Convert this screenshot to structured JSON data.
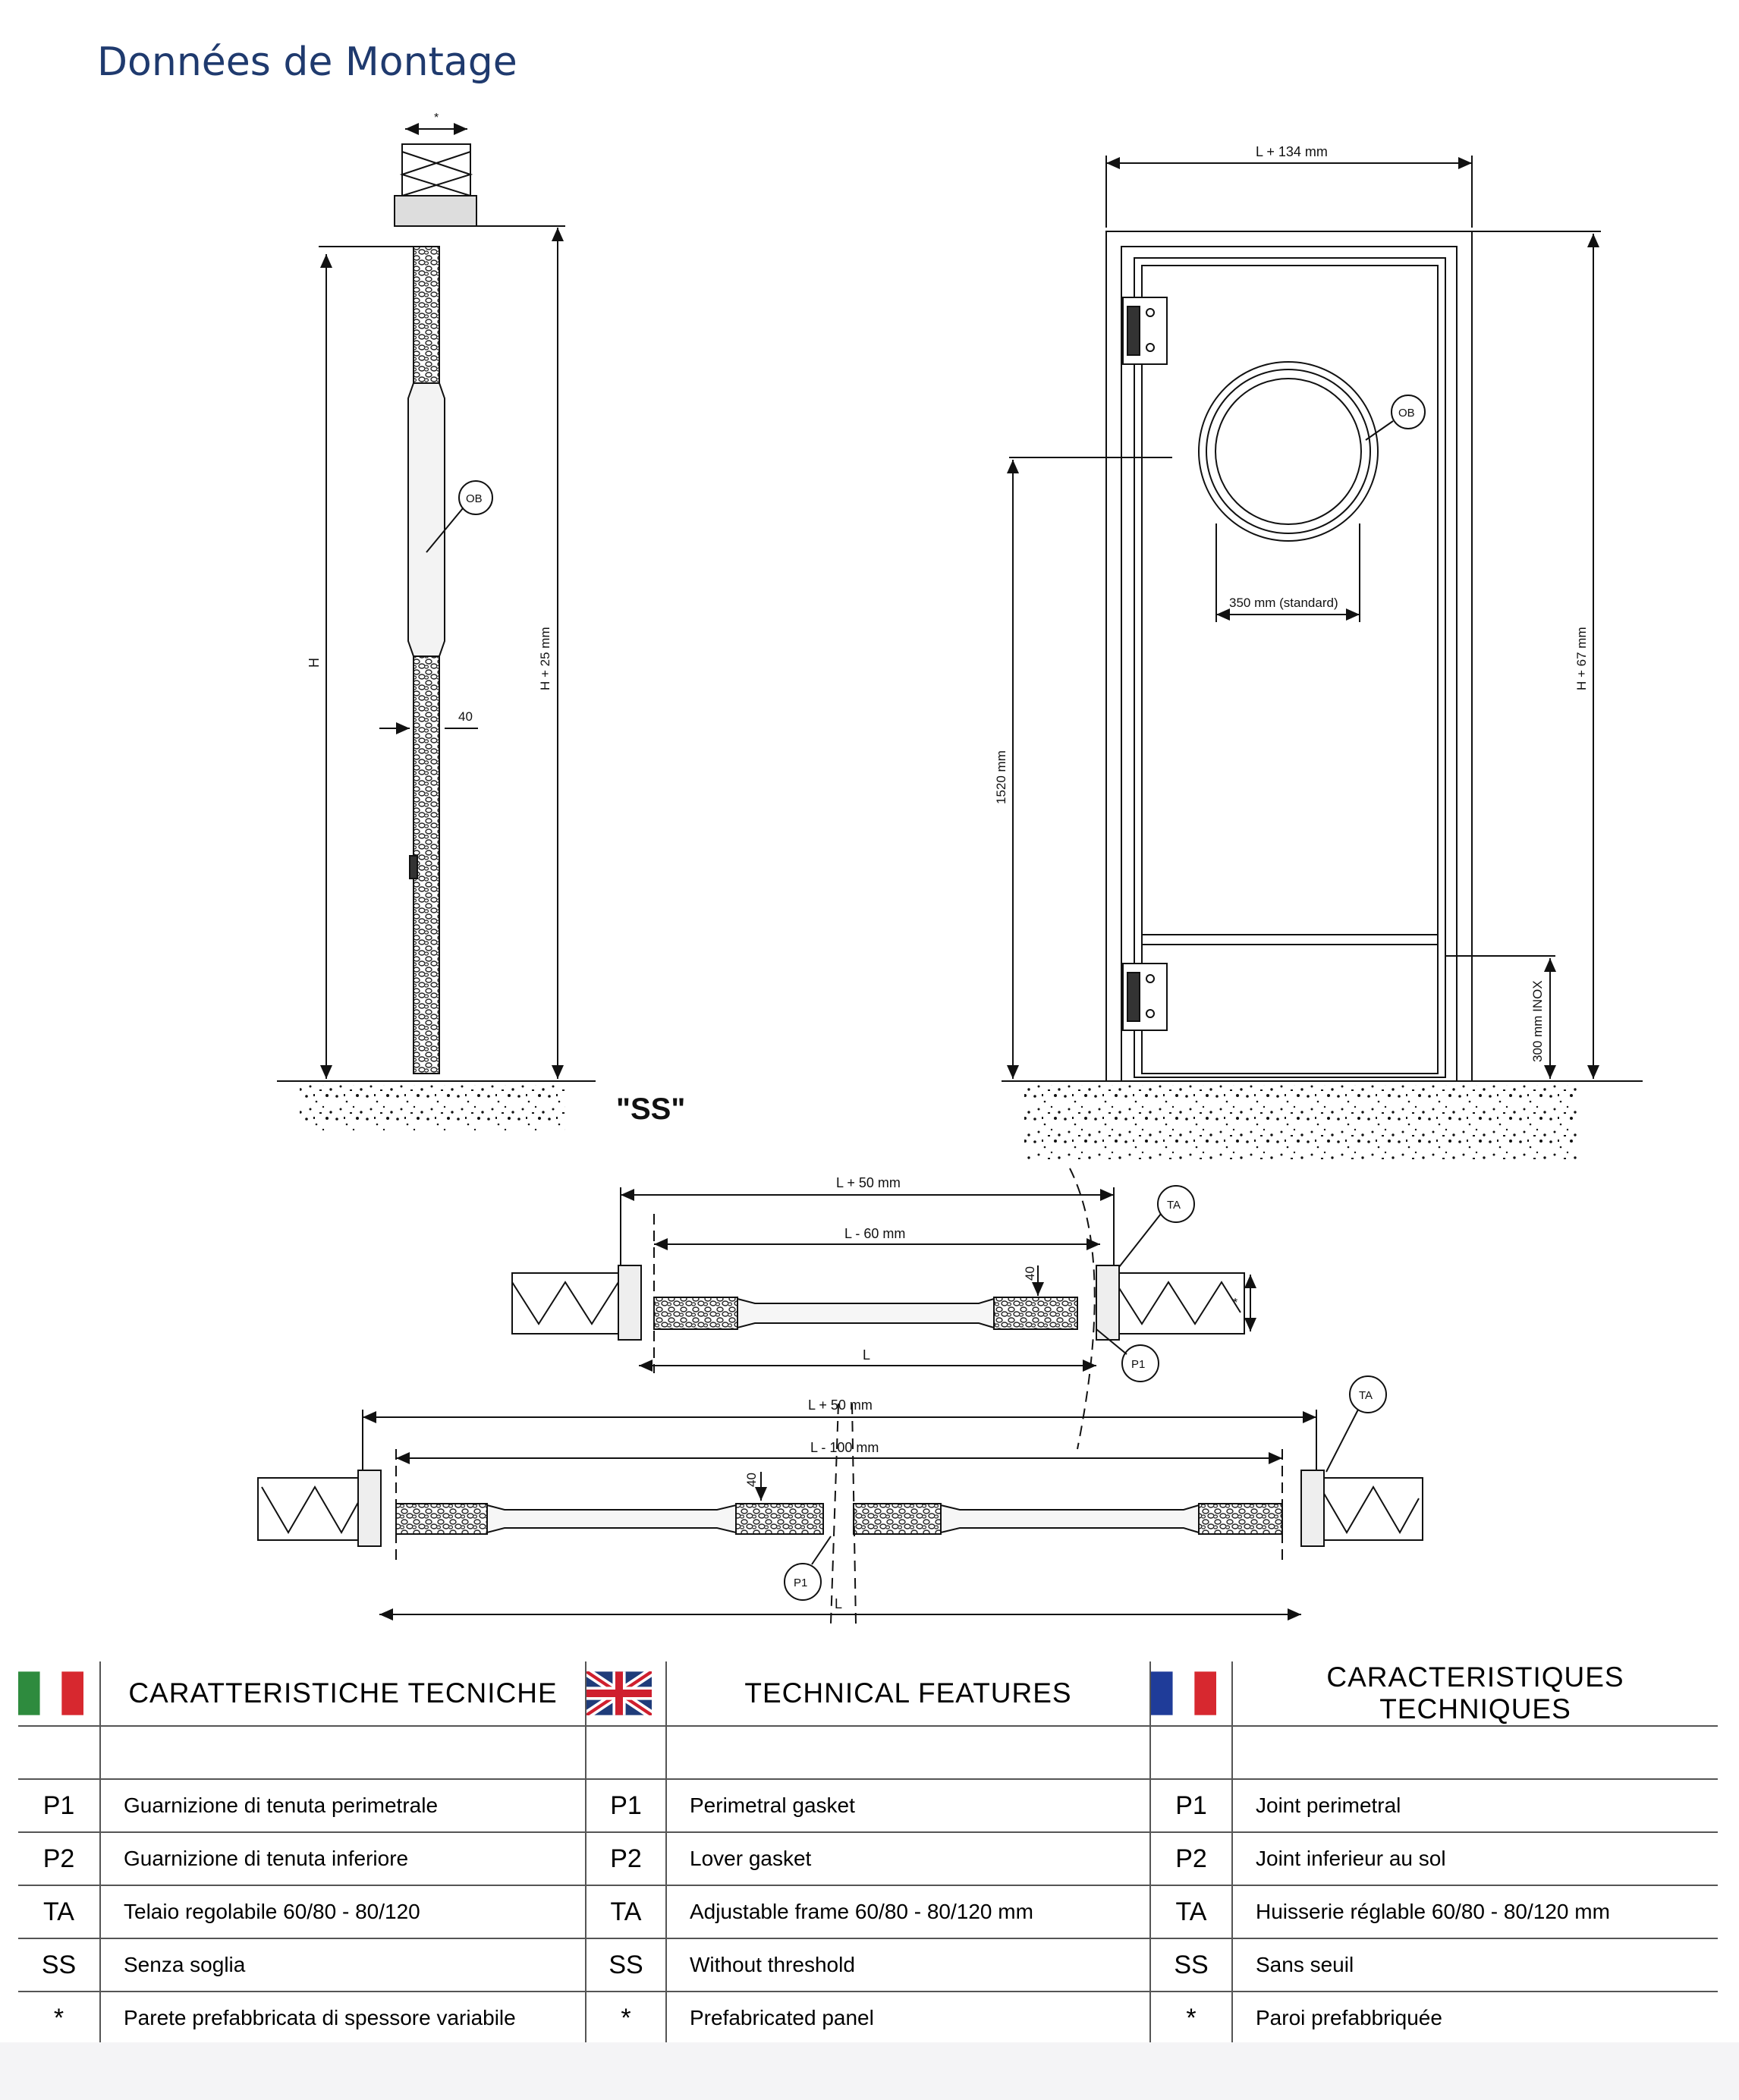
{
  "title": "Données de Montage",
  "drawing": {
    "side_view": {
      "label_h": "H",
      "label_h25": "H + 25 mm",
      "label_40": "40",
      "label_ob": "OB",
      "label_star": "*",
      "label_ss": "\"SS\""
    },
    "front_view": {
      "label_l134": "L + 134 mm",
      "label_ob": "OB",
      "label_350": "350 mm  (standard)",
      "label_1520": "1520 mm",
      "label_h67": "H + 67 mm",
      "label_300": "300 mm INOX"
    },
    "single_plan": {
      "label_l50": "L + 50 mm",
      "label_lm50": "L - 60 mm",
      "label_l": "L",
      "label_40": "40",
      "label_ta": "TA",
      "label_p1": "P1",
      "label_star": "*"
    },
    "double_plan": {
      "label_l50": "L + 50 mm",
      "label_lm100": "L - 100 mm",
      "label_l": "L",
      "label_40": "40",
      "label_ta": "TA",
      "label_p1": "P1"
    }
  },
  "flags": {
    "it": [
      "#2e8b3e",
      "#ffffff",
      "#d7282f"
    ],
    "fr": [
      "#1f3c99",
      "#ffffff",
      "#d7282f"
    ],
    "uk": {
      "blue": "#1f3c7a",
      "red": "#cf1f2e",
      "white": "#ffffff"
    }
  },
  "table": {
    "headers": [
      "CARATTERISTICHE TECNICHE",
      "TECHNICAL FEATURES",
      "CARACTERISTIQUES TECHNIQUES"
    ],
    "rows": [
      {
        "code": "P1",
        "it": "Guarnizione di tenuta perimetrale",
        "en": "Perimetral gasket",
        "fr": "Joint perimetral"
      },
      {
        "code": "P2",
        "it": "Guarnizione di tenuta inferiore",
        "en": "Lover gasket",
        "fr": "Joint inferieur au sol"
      },
      {
        "code": "TA",
        "it": "Telaio regolabile 60/80 - 80/120",
        "en": "Adjustable frame 60/80 - 80/120 mm",
        "fr": "Huisserie réglable 60/80 - 80/120 mm"
      },
      {
        "code": "SS",
        "it": "Senza soglia",
        "en": "Without threshold",
        "fr": "Sans seuil"
      },
      {
        "code": "*",
        "it": "Parete prefabbricata di spessore variabile",
        "en": "Prefabricated panel",
        "fr": "Paroi prefabbriquée"
      }
    ]
  }
}
